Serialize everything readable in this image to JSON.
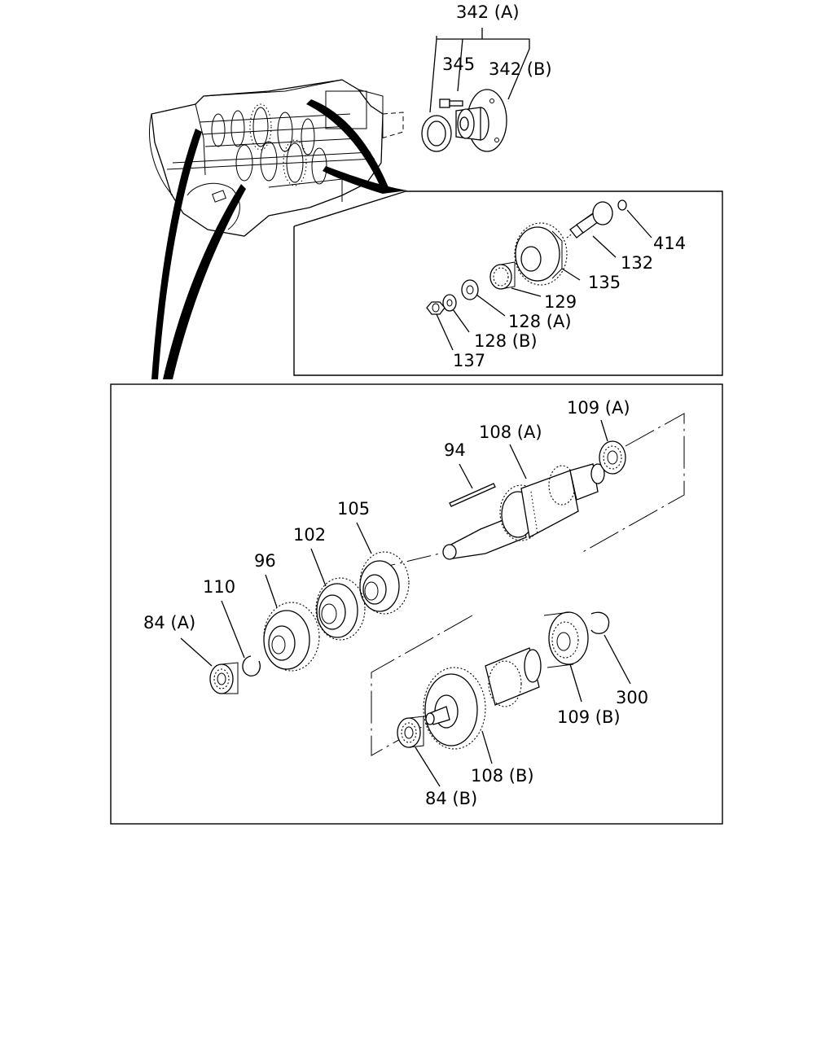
{
  "labels": {
    "p342a": "342 (A)",
    "p345": "345",
    "p342b": "342 (B)",
    "p414": "414",
    "p132": "132",
    "p135": "135",
    "p129": "129",
    "p128a": "128 (A)",
    "p128b": "128 (B)",
    "p137": "137",
    "p109a": "109 (A)",
    "p108a": "108 (A)",
    "p94": "94",
    "p105": "105",
    "p102": "102",
    "p96": "96",
    "p110": "110",
    "p84a": "84 (A)",
    "p300": "300",
    "p109b": "109 (B)",
    "p108b": "108 (B)",
    "p84b": "84 (B)"
  }
}
